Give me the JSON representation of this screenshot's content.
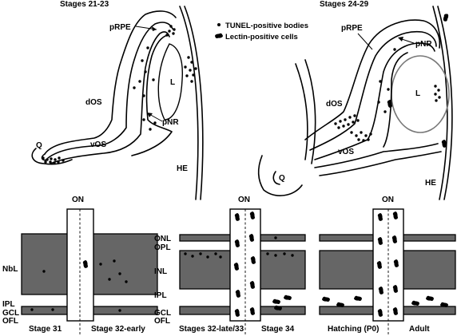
{
  "top": {
    "left": {
      "stage": "Stages 21-23",
      "labels": {
        "prpe": "pRPE",
        "l": "L",
        "dos": "dOS",
        "pnr": "pNR",
        "vos": "vOS",
        "q": "Q",
        "he": "HE"
      }
    },
    "right": {
      "stage": "Stages 24-29",
      "labels": {
        "prpe": "pRPE",
        "pnr": "pNR",
        "l": "L",
        "dos": "dOS",
        "vos": "vOS",
        "q": "Q",
        "he": "HE"
      }
    },
    "legend": {
      "tunel": "TUNEL-positive bodies",
      "lectin": "Lectin-positive cells"
    }
  },
  "bottom": {
    "panel1": {
      "on": "ON",
      "left_caption": "Stage 31",
      "right_caption": "Stage 32-early"
    },
    "panel2": {
      "on": "ON",
      "left_caption": "Stages 32-late/33",
      "right_caption": "Stage 34"
    },
    "panel3": {
      "on": "ON",
      "left_caption": "Hatching (P0)",
      "right_caption": "Adult"
    },
    "layers": {
      "nbl": "NbL",
      "ipl1": "IPL",
      "gcl1": "GCL",
      "ofl1": "OFL",
      "onl": "ONL",
      "opl": "OPL",
      "inl": "INL",
      "ipl2": "IPL",
      "gcl2": "GCL",
      "ofl2": "OFL"
    }
  },
  "colors": {
    "band": "#666666",
    "line": "#000000",
    "background": "#ffffff"
  }
}
